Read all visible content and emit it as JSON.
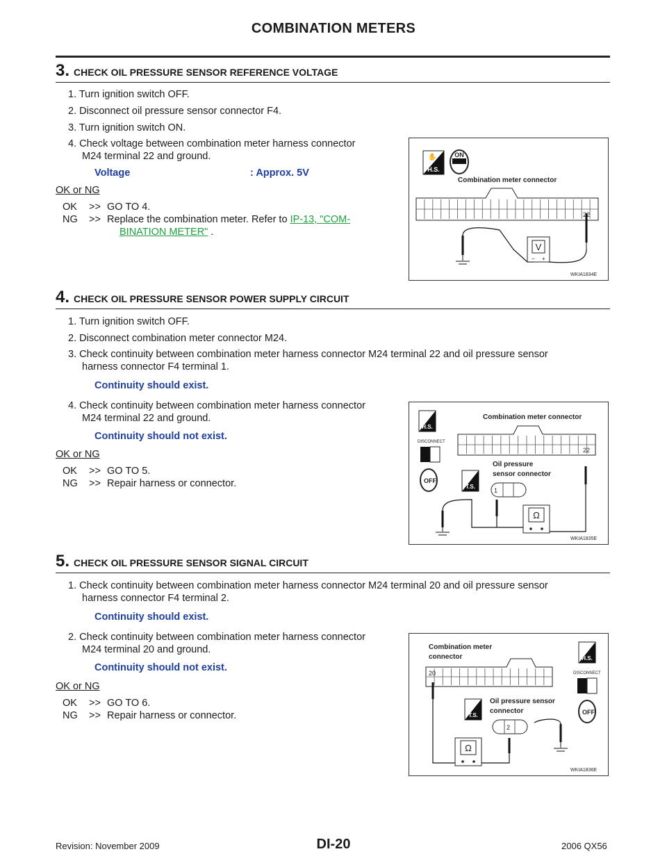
{
  "header": {
    "title": "COMBINATION METERS"
  },
  "step3": {
    "num": "3.",
    "title": "CHECK OIL PRESSURE SENSOR REFERENCE VOLTAGE",
    "items": [
      "1.  Turn ignition switch OFF.",
      "2.  Disconnect oil pressure sensor connector F4.",
      "3.  Turn ignition switch ON.",
      "4.  Check voltage between combination meter harness connector",
      "M24 terminal 22 and ground."
    ],
    "spec_label": "Voltage",
    "spec_value": ": Approx. 5V",
    "okng": "OK or NG",
    "ok_tag": "OK",
    "ok_arrow": ">>",
    "ok_text": "GO TO 4.",
    "ng_tag": "NG",
    "ng_arrow": ">>",
    "ng_text": "Replace the combination meter. Refer to",
    "ng_link1": "IP-13, \"COM-",
    "ng_link2": "BINATION METER\"",
    "ng_end": "."
  },
  "fig1": {
    "label": "Combination meter connector",
    "terminal": "22",
    "hs": "H.S.",
    "on": "ON",
    "meter": "V",
    "minus": "−",
    "plus": "+",
    "code": "WKIA1834E"
  },
  "step4": {
    "num": "4.",
    "title": "CHECK OIL PRESSURE SENSOR POWER SUPPLY CIRCUIT",
    "items": [
      "1.  Turn ignition switch OFF.",
      "2.  Disconnect combination meter connector M24.",
      "3.  Check continuity between combination meter harness connector M24 terminal 22 and oil pressure sensor",
      "harness connector F4 terminal 1.",
      "4.  Check continuity between combination meter harness connector",
      "M24 terminal 22 and ground."
    ],
    "spec1": "Continuity should exist.",
    "spec2": "Continuity should not exist.",
    "okng": "OK or NG",
    "ok_tag": "OK",
    "ok_arrow": ">>",
    "ok_text": "GO TO 5.",
    "ng_tag": "NG",
    "ng_arrow": ">>",
    "ng_text": "Repair harness or connector."
  },
  "fig2": {
    "label": "Combination meter connector",
    "sensor1": "Oil pressure",
    "sensor2": "sensor connector",
    "terminal_a": "22",
    "terminal_b": "1",
    "hs": "H.S.",
    "ts": "T.S.",
    "disconnect": "DISCONNECT",
    "off": "OFF",
    "meter": "Ω",
    "code": "WKIA1835E"
  },
  "step5": {
    "num": "5.",
    "title": "CHECK OIL PRESSURE SENSOR SIGNAL CIRCUIT",
    "items": [
      "1.  Check continuity between combination meter harness connector M24 terminal 20 and oil pressure sensor",
      "harness connector F4 terminal 2.",
      "2.  Check continuity between combination meter harness connector",
      "M24 terminal 20 and ground."
    ],
    "spec1": "Continuity should exist.",
    "spec2": "Continuity should not exist.",
    "okng": "OK or NG",
    "ok_tag": "OK",
    "ok_arrow": ">>",
    "ok_text": "GO TO 6.",
    "ng_tag": "NG",
    "ng_arrow": ">>",
    "ng_text": "Repair harness or connector."
  },
  "fig3": {
    "label1": "Combination meter",
    "label2": "connector",
    "sensor1": "Oil pressure sensor",
    "sensor2": "connector",
    "terminal_a": "20",
    "terminal_b": "2",
    "hs": "H.S.",
    "ts": "T.S.",
    "disconnect": "DISCONNECT",
    "off": "OFF",
    "meter": "Ω",
    "code": "WKIA1836E"
  },
  "footer": {
    "revision": "Revision: November 2009",
    "page": "DI-20",
    "model": "2006 QX56"
  }
}
